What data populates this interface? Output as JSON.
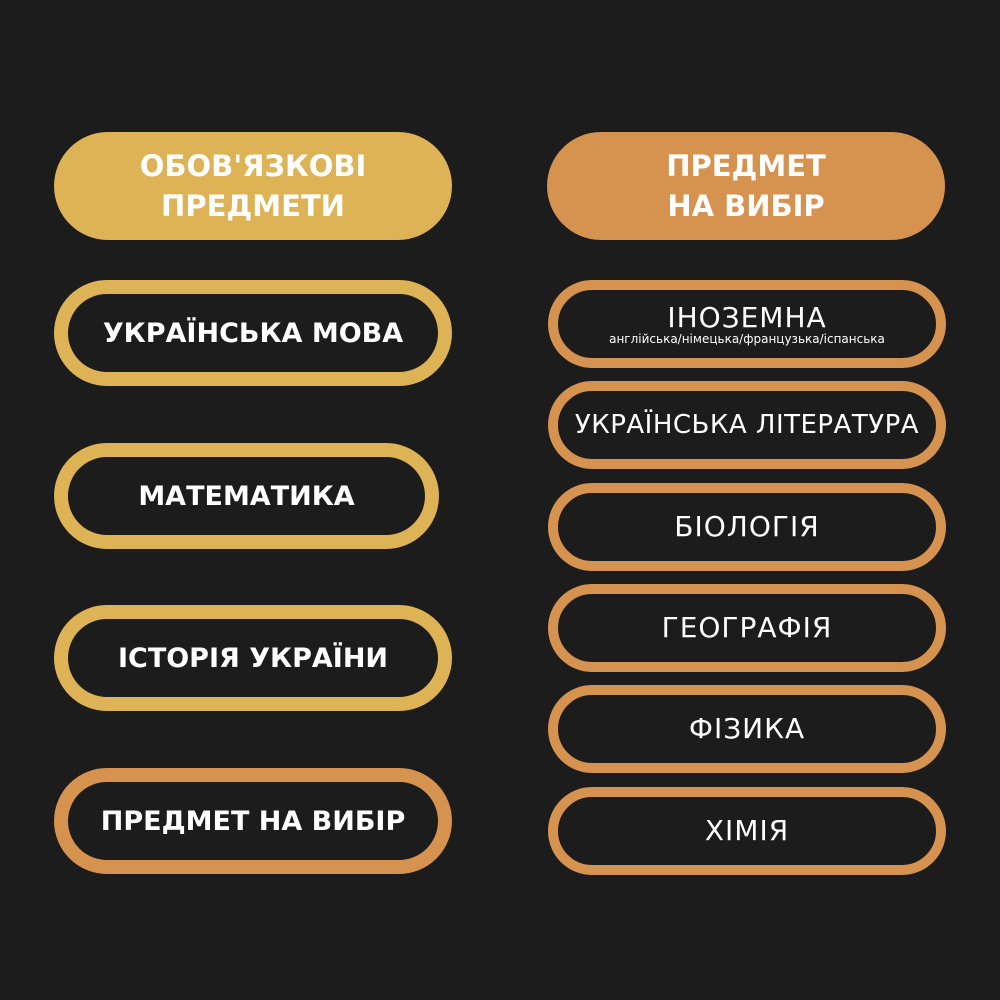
{
  "colors": {
    "background": "#1d1c1c",
    "gold": "#ddb355",
    "orange": "#d6924f",
    "text": "#ffffff"
  },
  "left_header": {
    "line1": "ОБОВ'ЯЗКОВІ",
    "line2": "ПРЕДМЕТИ"
  },
  "right_header": {
    "line1": "ПРЕДМЕТ",
    "line2": "НА ВИБІР"
  },
  "mandatory_subjects": [
    {
      "label": "УКРАЇНСЬКА МОВА"
    },
    {
      "label": "МАТЕМАТИКА"
    },
    {
      "label": "ІСТОРІЯ УКРАЇНИ"
    },
    {
      "label": "ПРЕДМЕТ НА ВИБІР"
    }
  ],
  "elective_subjects": [
    {
      "label": "ІНОЗЕМНА",
      "sublabel": "англійська/німецька/французька/іспанська"
    },
    {
      "label": "УКРАЇНСЬКА ЛІТЕРАТУРА"
    },
    {
      "label": "БІОЛОГІЯ"
    },
    {
      "label": "ГЕОГРАФІЯ"
    },
    {
      "label": "ФІЗИКА"
    },
    {
      "label": "ХІМІЯ"
    }
  ]
}
